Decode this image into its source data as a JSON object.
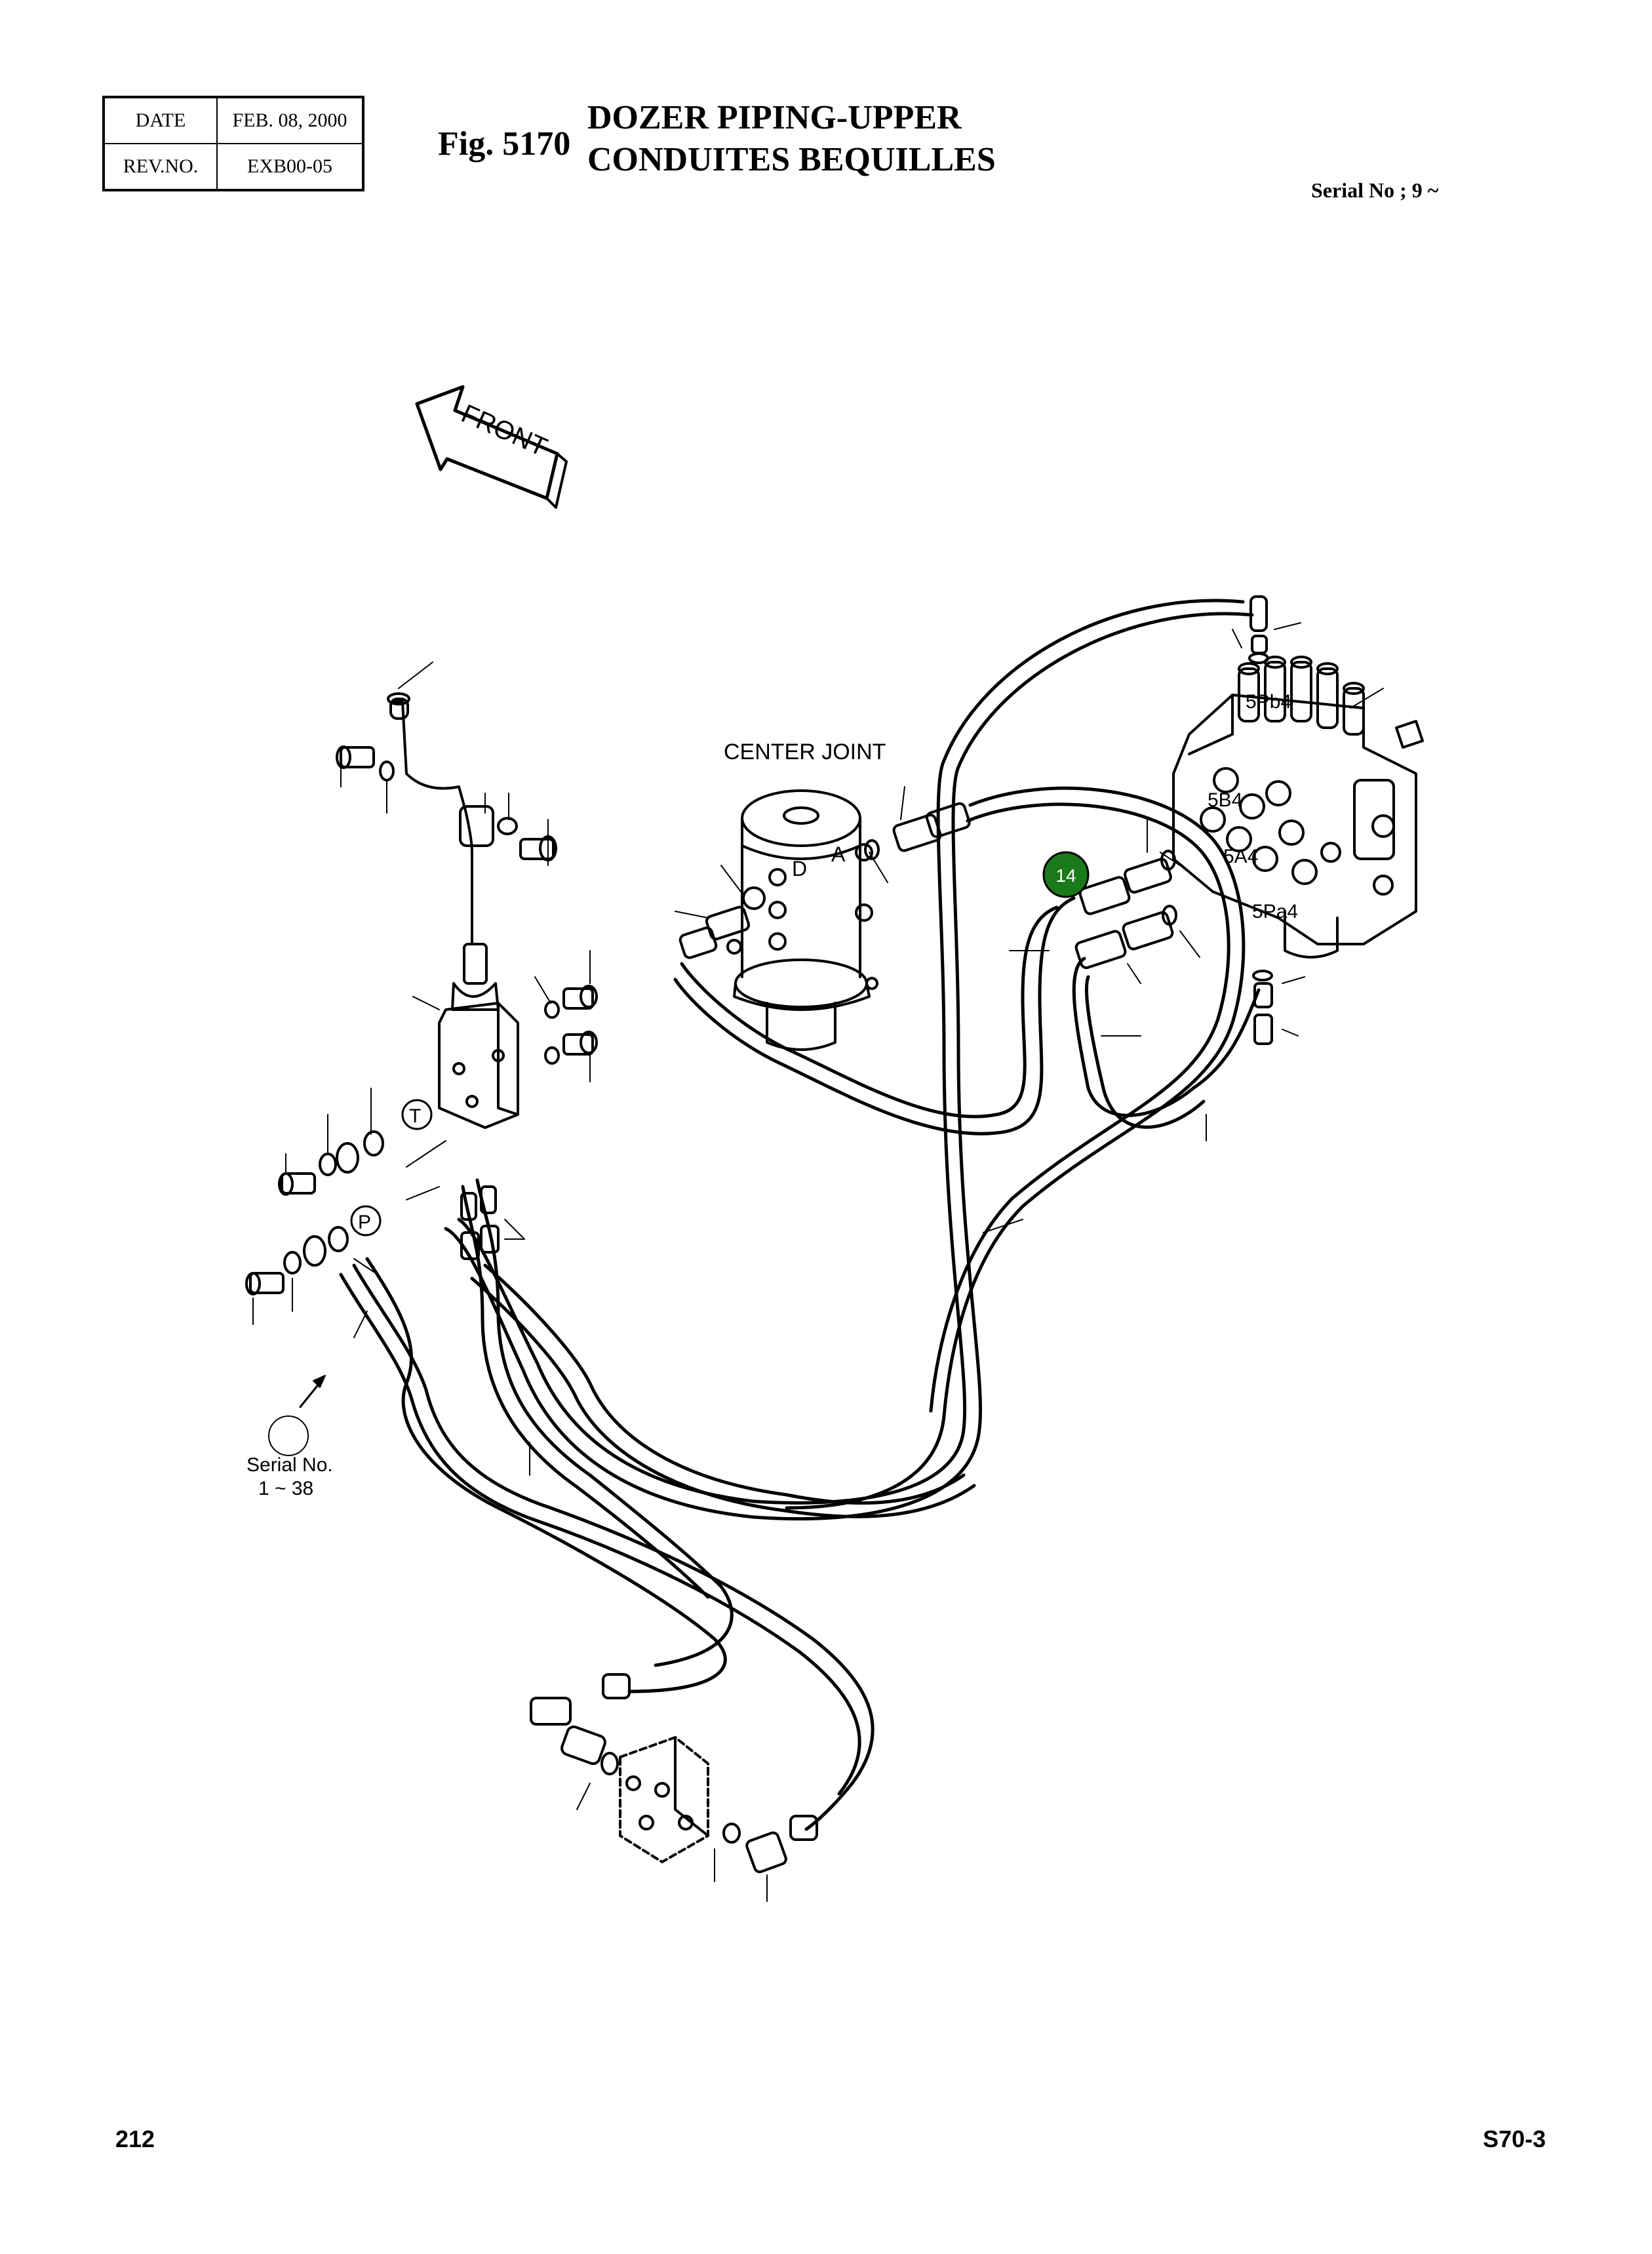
{
  "header": {
    "date_label": "DATE",
    "date_value": "FEB. 08, 2000",
    "rev_label": "REV.NO.",
    "rev_value": "EXB00-05",
    "fig_number": "Fig. 5170",
    "title_line1": "DOZER PIPING-UPPER",
    "title_line2": "CONDUITES BEQUILLES",
    "serial_note": "Serial No ; 9 ~"
  },
  "diagram": {
    "front_label": "FRONT",
    "center_joint_label": "CENTER JOINT",
    "port_d": "D",
    "port_a": "A",
    "port_t": "T",
    "port_p": "P",
    "valve_port_5pb4": "5Pb4",
    "valve_port_5b4": "5B4",
    "valve_port_5a4": "5A4",
    "valve_port_5pa4": "5Pa4",
    "callout_number": "14",
    "callout_color": "#1a7a1a",
    "serial_label_line1": "Serial No.",
    "serial_label_line2": "1 ~ 38"
  },
  "footer": {
    "page_number": "212",
    "model": "S70-3"
  }
}
